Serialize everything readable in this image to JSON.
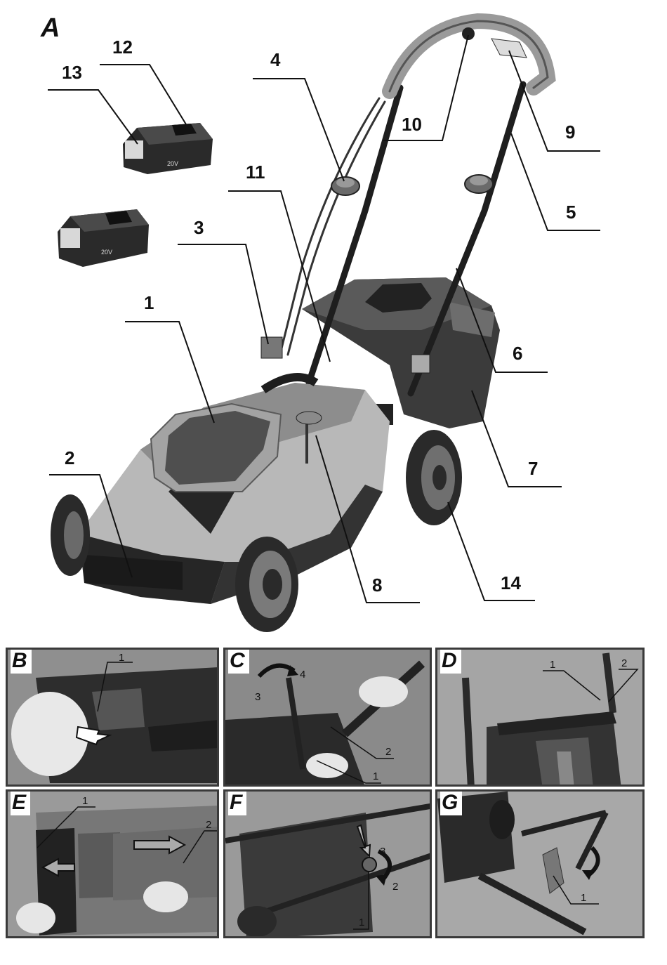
{
  "figure": {
    "main_letter": "A",
    "callouts": [
      "1",
      "2",
      "3",
      "4",
      "5",
      "6",
      "7",
      "8",
      "9",
      "10",
      "11",
      "12",
      "13",
      "14"
    ],
    "battery_label": "20V"
  },
  "panels": [
    {
      "letter": "B",
      "labels": [
        "1"
      ]
    },
    {
      "letter": "C",
      "labels": [
        "1",
        "2",
        "3",
        "4"
      ]
    },
    {
      "letter": "D",
      "labels": [
        "1",
        "2"
      ]
    },
    {
      "letter": "E",
      "labels": [
        "1",
        "2"
      ]
    },
    {
      "letter": "F",
      "labels": [
        "1",
        "2",
        "3"
      ]
    },
    {
      "letter": "G",
      "labels": [
        "1"
      ]
    }
  ],
  "colors": {
    "ink": "#111111",
    "body_light": "#b5b5b5",
    "body_dark": "#2e2e2e",
    "photo_bg": "#9a9a9a"
  }
}
